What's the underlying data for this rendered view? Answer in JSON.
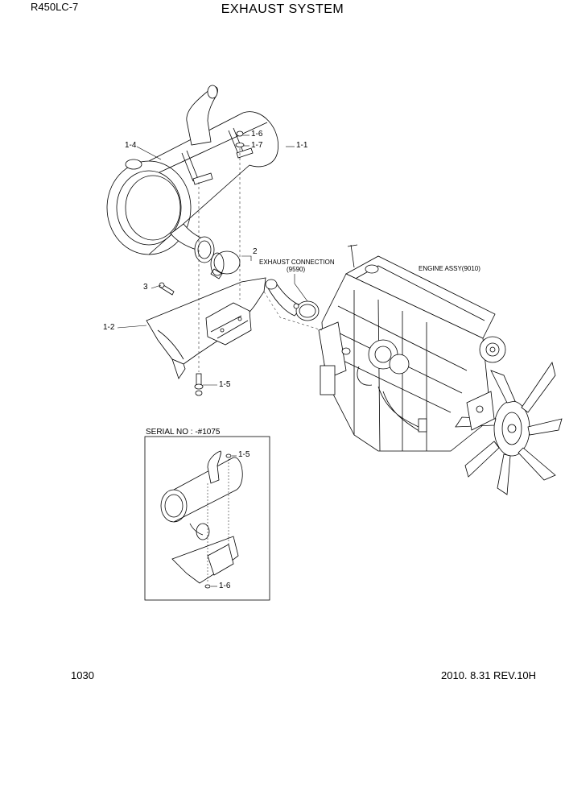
{
  "header": {
    "model": "R450LC-7",
    "title": "EXHAUST SYSTEM"
  },
  "callouts": {
    "c1_1": "1-1",
    "c1_2": "1-2",
    "c1_4": "1-4",
    "c1_5": "1-5",
    "c1_6": "1-6",
    "c1_7": "1-7",
    "c2": "2",
    "c3": "3",
    "exhaust_connection": "EXHAUST CONNECTION",
    "exhaust_connection_ref": "(9590)",
    "engine_assy": "ENGINE ASSY(9010)"
  },
  "inset": {
    "serial_label": "SERIAL NO : -#1075",
    "c1_5": "1-5",
    "c1_6": "1-6"
  },
  "footer": {
    "page_number": "1030",
    "revision": "2010. 8.31  REV.10H"
  }
}
